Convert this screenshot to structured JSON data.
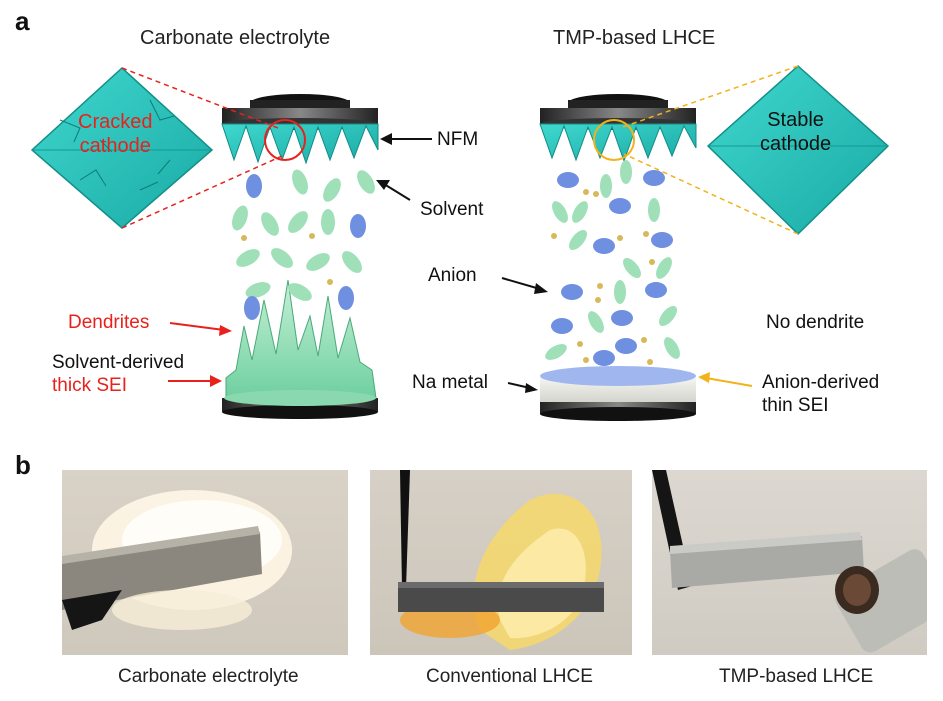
{
  "panel_a": {
    "letter": "a",
    "left_title": "Carbonate electrolyte",
    "right_title": "TMP-based LHCE",
    "cracked_cathode_line1": "Cracked",
    "cracked_cathode_line2": "cathode",
    "stable_cathode_line1": "Stable",
    "stable_cathode_line2": "cathode",
    "nfm": "NFM",
    "solvent": "Solvent",
    "anion": "Anion",
    "dendrites": "Dendrites",
    "solvent_sei_line1": "Solvent-derived",
    "solvent_sei_line2": "thick SEI",
    "no_dendrite": "No dendrite",
    "na_metal": "Na metal",
    "anion_sei_line1": "Anion-derived",
    "anion_sei_line2": "thin SEI"
  },
  "panel_b": {
    "letter": "b",
    "captions": [
      "Carbonate electrolyte",
      "Conventional LHCE",
      "TMP-based LHCE"
    ]
  },
  "colors": {
    "cathode": "#2bc7c0",
    "solvent": "#9fe0b8",
    "anion_ellipse": "#6f8fe0",
    "anion_bead": "#d8b85a",
    "red_label": "#e8211d",
    "yellow_line": "#f2b21a",
    "sei_blue": "#9fb6ee"
  }
}
